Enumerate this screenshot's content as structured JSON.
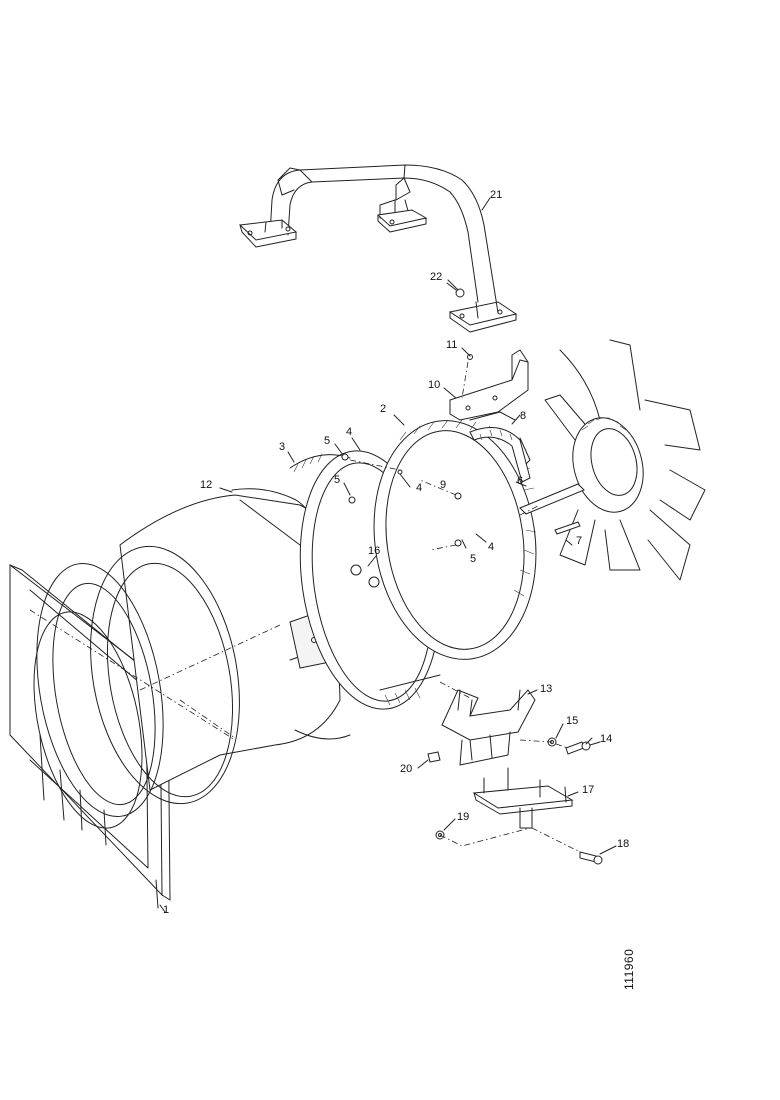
{
  "figure": {
    "callouts": [
      {
        "id": "c1",
        "text": "1"
      },
      {
        "id": "c2",
        "text": "2"
      },
      {
        "id": "c3",
        "text": "3"
      },
      {
        "id": "c4a",
        "text": "4"
      },
      {
        "id": "c4b",
        "text": "4"
      },
      {
        "id": "c4c",
        "text": "4"
      },
      {
        "id": "c5a",
        "text": "5"
      },
      {
        "id": "c5b",
        "text": "5"
      },
      {
        "id": "c5c",
        "text": "5"
      },
      {
        "id": "c6",
        "text": "6"
      },
      {
        "id": "c7",
        "text": "7"
      },
      {
        "id": "c8",
        "text": "8"
      },
      {
        "id": "c9",
        "text": "9"
      },
      {
        "id": "c10",
        "text": "10"
      },
      {
        "id": "c11",
        "text": "11"
      },
      {
        "id": "c12",
        "text": "12"
      },
      {
        "id": "c13",
        "text": "13"
      },
      {
        "id": "c14",
        "text": "14"
      },
      {
        "id": "c15",
        "text": "15"
      },
      {
        "id": "c16",
        "text": "16"
      },
      {
        "id": "c17",
        "text": "17"
      },
      {
        "id": "c18",
        "text": "18"
      },
      {
        "id": "c19",
        "text": "19"
      },
      {
        "id": "c20",
        "text": "20"
      },
      {
        "id": "c21",
        "text": "21"
      },
      {
        "id": "c22",
        "text": "22"
      }
    ],
    "document_number": "111960"
  }
}
